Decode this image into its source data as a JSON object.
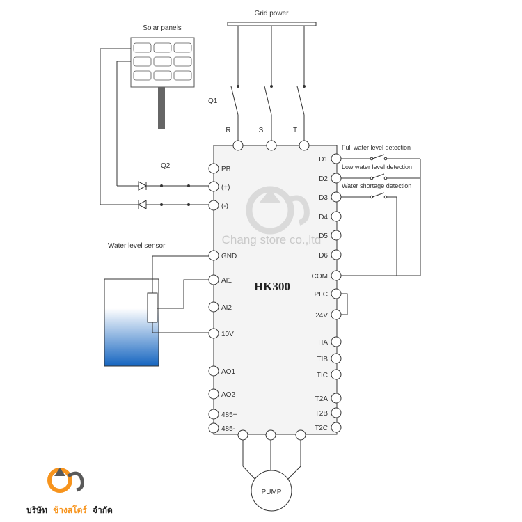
{
  "grid_power": "Grid power",
  "solar_panels": "Solar panels",
  "q1": "Q1",
  "q2": "Q2",
  "top_terminals": [
    "R",
    "S",
    "T"
  ],
  "water_level_sensor": "Water level sensor",
  "model": "HK300",
  "left_terminals": [
    "PB",
    "(+)",
    "(-)",
    "GND",
    "AI1",
    "AI2",
    "10V",
    "AO1",
    "AO2",
    "485+",
    "485-"
  ],
  "right_terminals": [
    "D1",
    "D2",
    "D3",
    "D4",
    "D5",
    "D6",
    "COM",
    "PLC",
    "24V",
    "TIA",
    "TIB",
    "TIC",
    "T2A",
    "T2B",
    "T2C"
  ],
  "detections": [
    "Full water level detection",
    "Low water level detection",
    "Water shortage detection"
  ],
  "pump": "PUMP",
  "watermark": "Chang store co.,ltd",
  "company": {
    "prefix": "บริษัท",
    "highlight": "ช้างสโตร์",
    "suffix": "จำกัด"
  },
  "colors": {
    "water_top": "#ffffff",
    "water_bottom": "#1565c0",
    "logo_orange": "#f7941d",
    "logo_gray": "#5a5a5a"
  }
}
